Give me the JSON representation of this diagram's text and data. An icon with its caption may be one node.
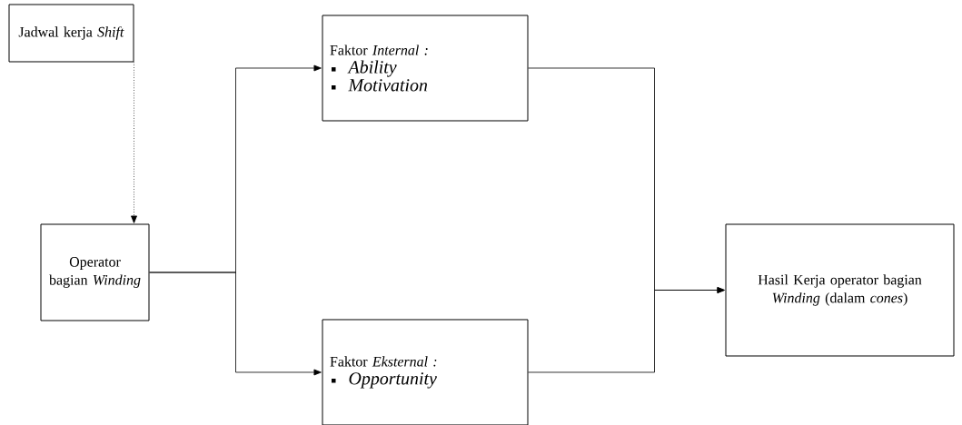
{
  "diagram": {
    "nodes": [
      {
        "text": [
          "Jadwal kerja *Shift*"
        ]
      },
      {
        "text": [
          "Operator bagian *Winding*"
        ]
      },
      {
        "text": [
          "Faktor *Internal :*",
          "Ability",
          "Motivation"
        ]
      },
      {
        "text": [
          "Faktor *Eksternal :*",
          "Opportunity"
        ]
      },
      {
        "text": [
          "Hasil Kerja operator bagian *Winding* (dalam *cones*)"
        ]
      }
    ],
    "edges": [
      {
        "from": 0,
        "to": 1,
        "arrow": "to",
        "style": "dashed"
      },
      {
        "from": 1,
        "to": 2,
        "arrow": "to"
      },
      {
        "from": 1,
        "to": 3,
        "arrow": "to"
      },
      {
        "from": 2,
        "to": 4,
        "arrow": "to"
      },
      {
        "from": 3,
        "to": 4,
        "arrow": "to"
      }
    ]
  }
}
